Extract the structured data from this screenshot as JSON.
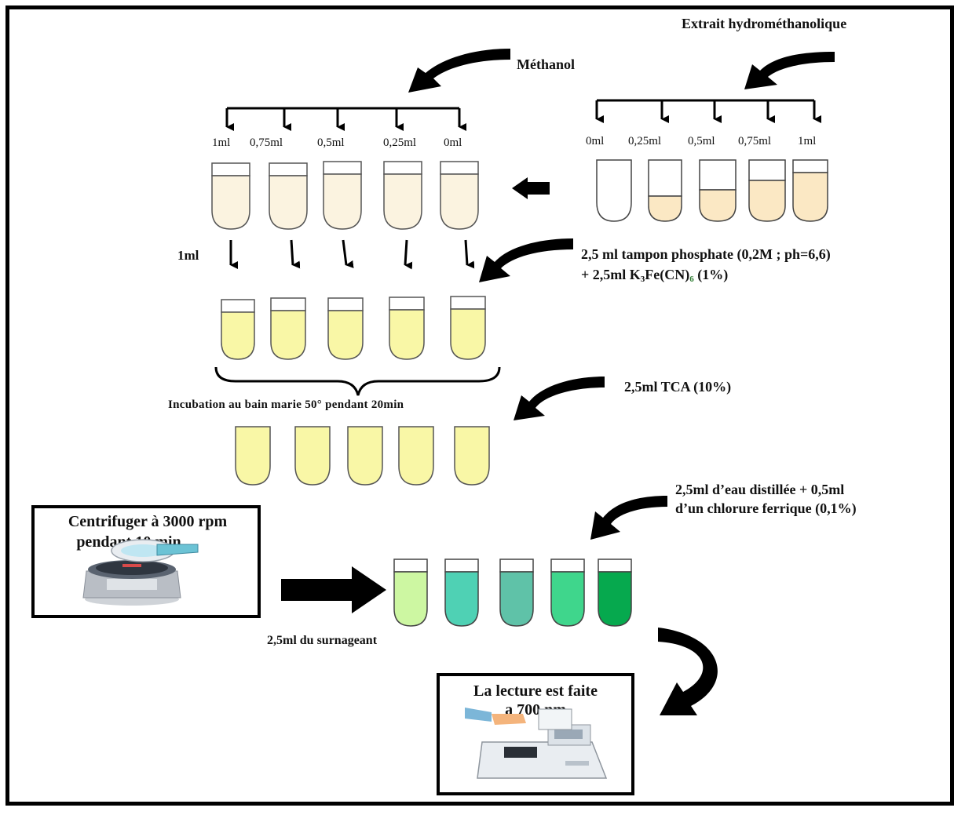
{
  "labels": {
    "extract": "Extrait hydrométhanolique",
    "methanol": "Méthanol",
    "one_ml": "1ml",
    "buffer_line1": "2,5 ml tampon phosphate (0,2M ; ph=6,6)",
    "buffer_line2_prefix": "+ 2,5ml K",
    "buffer_line2_sub1": "3",
    "buffer_line2_mid": "Fe(CN)",
    "buffer_line2_sub2": "6",
    "buffer_line2_suffix": " (1%)",
    "incubation": "Incubation au bain marie 50° pendant 20min",
    "tca": "2,5ml TCA (10%)",
    "water_line1": "2,5ml d’eau distillée + 0,5ml",
    "water_line2": "d’un chlorure ferrique (0,1%)",
    "centrifuge_line1": "Centrifuger à 3000 rpm",
    "centrifuge_line2": "pendant 10 min",
    "supernatant": "2,5ml du surnageant",
    "reading_line1": "La lecture est faite",
    "reading_line2": "a 700 nm"
  },
  "methanol_volumes": [
    "1ml",
    "0,75ml",
    "0,5ml",
    "0,25ml",
    "0ml"
  ],
  "extract_volumes": [
    "0ml",
    "0,25ml",
    "0,5ml",
    "0,75ml",
    "1ml"
  ],
  "colors": {
    "cream": "#fbf3e0",
    "extract_fill": "#fbe8c4",
    "yellow": "#f9f7a6",
    "green_tubes": [
      "#cdf7a2",
      "#4fd1b4",
      "#5fc2a8",
      "#3fd68c",
      "#06a94e"
    ]
  }
}
